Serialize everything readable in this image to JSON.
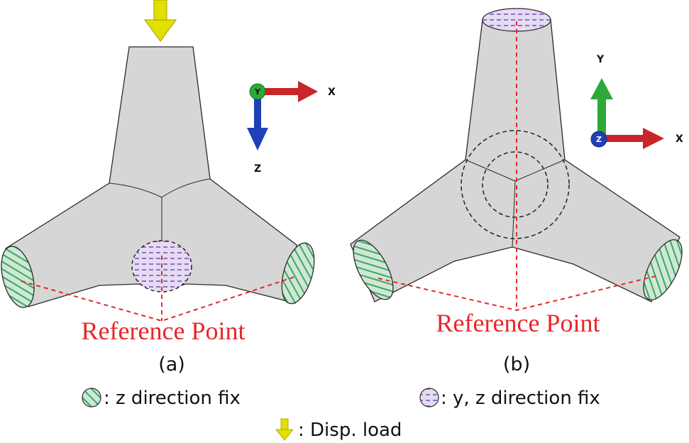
{
  "colors": {
    "body_fill": "#d6d6d6",
    "outline": "#2b2b2b",
    "reference_red": "#e8262a",
    "z_fix_green": "#3aa66a",
    "yz_fix_purple": "#7d55b8",
    "load_yellow": "#e2e000",
    "axis_x_red": "#c8262a",
    "axis_z_blue": "#2040b8",
    "axis_y_green": "#2fa83a"
  },
  "panel_a": {
    "sublabel": "(a)",
    "reference_label": "Reference Point",
    "axes": {
      "center": "Y",
      "horizontal": "X",
      "vertical": "Z"
    }
  },
  "panel_b": {
    "sublabel": "(b)",
    "reference_label": "Reference Point",
    "axes": {
      "center": "Z",
      "horizontal": "X",
      "vertical": "Y"
    }
  },
  "legend": {
    "z_fix": ": z direction fix",
    "yz_fix": ": y, z direction fix",
    "load": ": Disp. load"
  }
}
